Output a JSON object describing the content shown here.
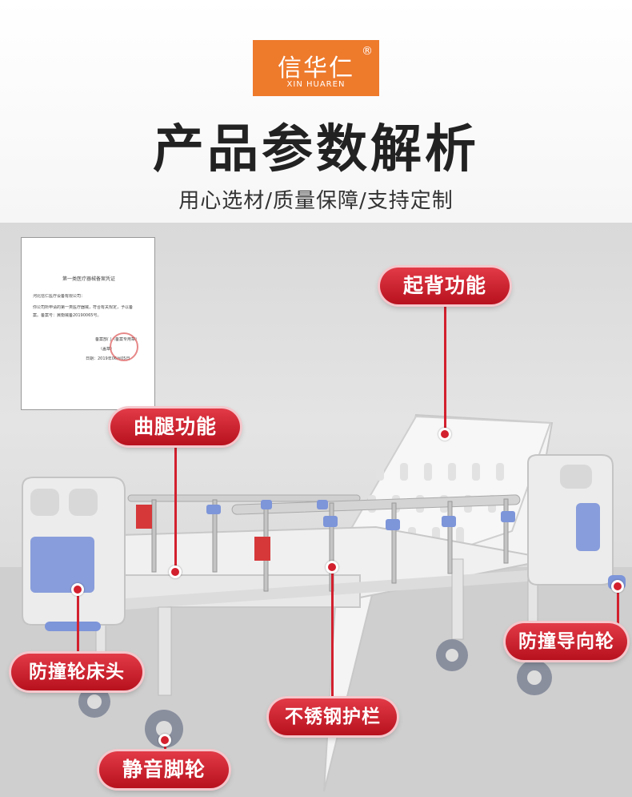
{
  "brand": {
    "name": "信华仁",
    "mark": "®",
    "pinyin": "XIN HUAREN",
    "color": "#ee7a2c"
  },
  "header": {
    "title": "产品参数解析",
    "subtitle": "用心选材/质量保障/支持定制"
  },
  "certificate": {
    "title": "第一类医疗器械备案凭证",
    "lines": [
      "河北信仁医疗设备有限公司：",
      "你公司所申请的第一类医疗器械，符合有关规定，予以备",
      "案。备案号：冀衡械备20190065号。",
      "备案部门（备案专用章）",
      "（盖章）",
      "日期：2019年06月05日"
    ]
  },
  "callouts": {
    "back_lift": "起背功能",
    "leg_bend": "曲腿功能",
    "anti_collision_guide_wheel": "防撞导向轮",
    "anti_collision_headboard": "防撞轮床头",
    "stainless_guardrail": "不锈钢护栏",
    "silent_caster": "静音脚轮"
  },
  "colors": {
    "callout_red": "#d3202e",
    "bed_panel": "#f2f2f2",
    "bed_blue_accent": "#7d95d9"
  }
}
